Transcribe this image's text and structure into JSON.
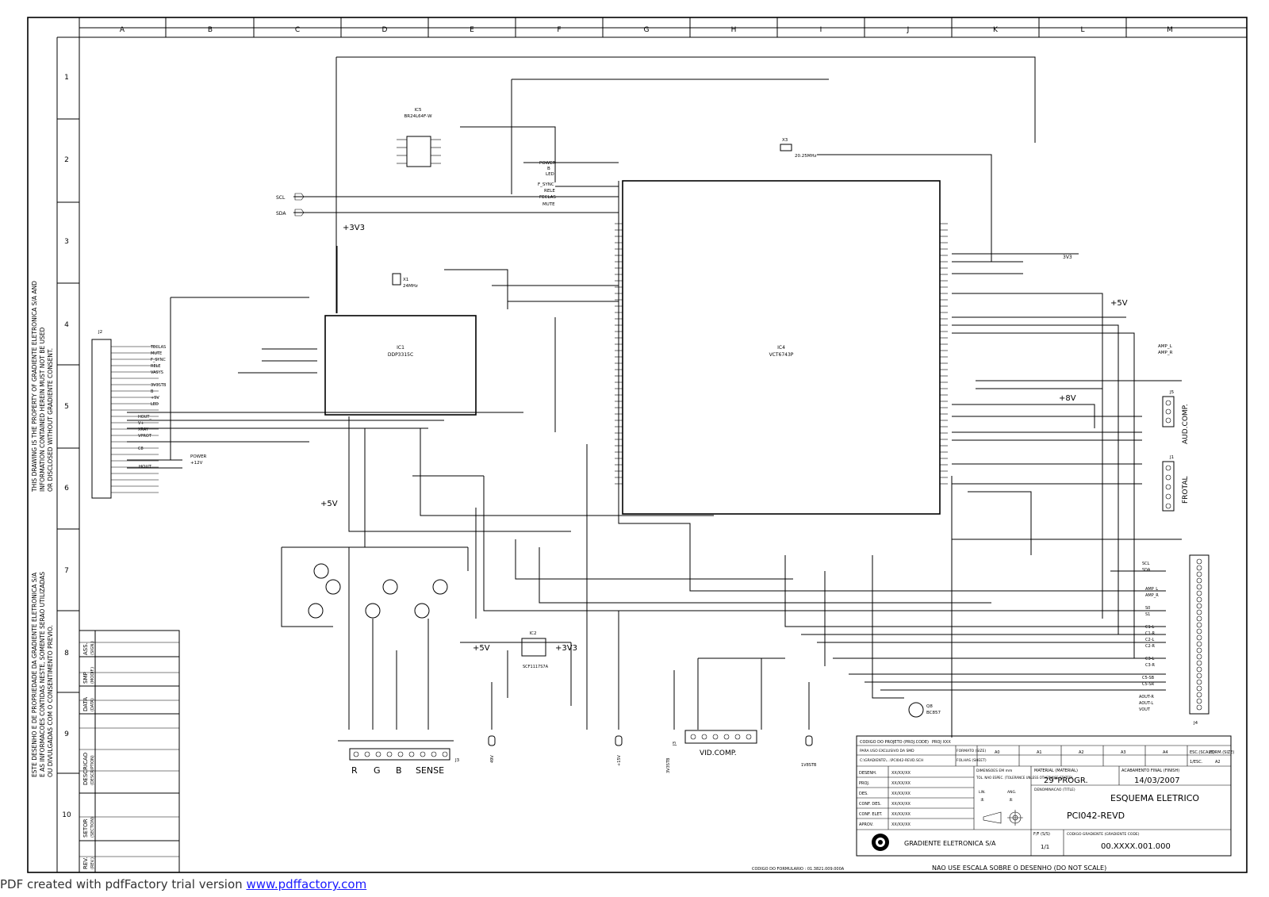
{
  "grid": {
    "columns": [
      "A",
      "B",
      "C",
      "D",
      "E",
      "F",
      "G",
      "H",
      "I",
      "J",
      "K",
      "L",
      "M"
    ],
    "rows": [
      "1",
      "2",
      "3",
      "4",
      "5",
      "6",
      "7",
      "8",
      "9",
      "10"
    ]
  },
  "side_notes": {
    "property_en": "THIS DRAWING IS THE PROPERTY OF GRADIENTE ELETRONICA S/A AND INFORMATION CONTAINED HEREIN MUST NOT BE USED OR DISCLOSED WITHOUT GRADIENTE CONSENT.",
    "property_pt": "ESTE DESENHO E DE PROPRIEDADE DA GRADIENTE ELETRONICA S/A E AS INFORMACOES CONTIDAS NESTE, SOMENTE SERAO UTILIZADAS OU DIVULGADAS COM O CONSENTIMENTO PREVIO."
  },
  "revision_block": [
    {
      "label": "ASS.",
      "sub": "(SIGN.)"
    },
    {
      "label": "SMP",
      "sub": "(MODIF.)"
    },
    {
      "label": "DATA",
      "sub": "(DATA)"
    },
    {
      "label": "DESCRICAO",
      "sub": "(DESCRIPTION)"
    },
    {
      "label": "SETOR",
      "sub": "(SECTION)"
    },
    {
      "label": "REV.",
      "sub": "(REV.)"
    }
  ],
  "components": {
    "ic1_name": "IC1",
    "ic1_part": "DDP3315C",
    "ic4_name": "IC4",
    "ic4_part": "VCT6743P",
    "ic5_name": "IC5",
    "ic5_part": "BR24L64F-W",
    "ic2_name": "IC2",
    "ic2_part": "SCF1117S7A",
    "x1": "X1",
    "x1_freq": "24MHz",
    "x3": "X3",
    "x3_freq": "20.25MHz",
    "q8": "Q8",
    "q8_part": "BC857"
  },
  "rails": {
    "v33_top": "+3V3",
    "v33_reg": "+3V3",
    "v5_left": "+5V",
    "v5_bottom": "+5V",
    "v5_right": "+5V",
    "v8": "+8V",
    "v3v3_small": "3V3"
  },
  "nets": {
    "scl": "SCL",
    "sda": "SDA",
    "power": "POWER",
    "b": "B",
    "led": "LED",
    "f_sync": "F_SYNC",
    "rele": "RELE",
    "feclas": "FECLAS",
    "mute": "MUTE",
    "amp_l": "AMP_L",
    "amp_r": "AMP_R",
    "hout": "HOUT",
    "power12": "+12V"
  },
  "connectors": {
    "j2": "J2",
    "j2_pins": [
      "TECLAS",
      "MUTE",
      "F_SYNC",
      "RELE",
      "VASYS",
      "",
      "3V3STB",
      "B",
      "+5V",
      "LED",
      "",
      "HOUT_",
      "V+",
      "XRAY",
      "VPROT",
      "",
      "C8",
      "",
      "",
      "",
      "",
      "",
      "",
      ""
    ],
    "j5": "J5",
    "aud_comp": "AUD.COMP.",
    "j1": "J1",
    "frontal": "FROTAL",
    "j4": "J4",
    "j4_pins": [
      "SCL",
      "SDA",
      "",
      "AMP_L",
      "AMP_R",
      "",
      "S0",
      "S1",
      "",
      "C1-L",
      "C1-R",
      "C2-L",
      "C2-R",
      "",
      "",
      "C3-L",
      "C3-R",
      "",
      "C5-SB",
      "C5-SR",
      "",
      "AOUT-R",
      "AOUT-L",
      "VOUT",
      ""
    ],
    "j3": "J3",
    "j3_label": "VID.COMP.",
    "j5b": "J3",
    "rgb_r": "R",
    "rgb_g": "G",
    "rgb_b": "B",
    "rgb_sense": "SENSE"
  },
  "probe_labels": {
    "p1": "49V",
    "p2": "+15V",
    "p3": "3V3STB",
    "p4": "1V8STB"
  },
  "title_block": {
    "project_code_label": "CODIGO DO PROJETO (PROJ.CODE)",
    "project_code_value": "PROJ XXX",
    "exclusive_use_label": "PARA USO EXCLUSIVO DA SMD",
    "file_label": "C:\\GRADIENTE\\...\\PCI042-REVD.SCH",
    "format_label": "FORMATO (SIZE)",
    "format_values": [
      "A0",
      "A1",
      "A2",
      "A3",
      "A4"
    ],
    "sheet_label": "FOLHAS (SHEET)",
    "scale_label": "ESC.(SCALE)",
    "scale_value": "1/ESC.",
    "form_label": "FORM.(SIZE)",
    "form_value": "A2",
    "desenh_label": "DESENH.",
    "proj_label": "PROJ.",
    "des_label": "DES.",
    "conf_label": "CONF. DES.",
    "conf_elet_label": "CONF. ELET.",
    "aprov_label": "APROV.",
    "date_placeholder": "XX/XX/XX",
    "dims_label": "DIMENSOES EM mm",
    "tol_label": "TOL. NAO ESPEC. (TOLERANCE UNLESS OTHERWISE STATED)",
    "tol_lin": "LIN.",
    "tol_ang": "ANG.",
    "tol_plus": "±",
    "material_label": "MATERIAL (MATERIAL)",
    "material_value": "29\"PROGR.",
    "finish_label": "ACABAMENTO FINAL (FINISH)",
    "finish_value": "14/03/2007",
    "title_label": "DENOMINACAO (TITLE)",
    "title_value_1": "ESQUEMA ELETRICO",
    "title_value_2": "PCI042-REVD",
    "company": "GRADIENTE ELETRONICA S/A",
    "ff_label": "F/F (S/S)",
    "ff_value": "1/1",
    "code_label": "CODIGO GRADIENTE (GRADIENTE CODE)",
    "code_value": "00.XXXX.001.000",
    "form_code": "CODIGO DO FORMULARIO : 01.3821.009.000A",
    "no_scale": "NAO USE ESCALA SOBRE O DESENHO   (DO NOT SCALE)"
  },
  "footer": {
    "prefix": "PDF created with pdfFactory trial version ",
    "link": "www.pdffactory.com"
  }
}
